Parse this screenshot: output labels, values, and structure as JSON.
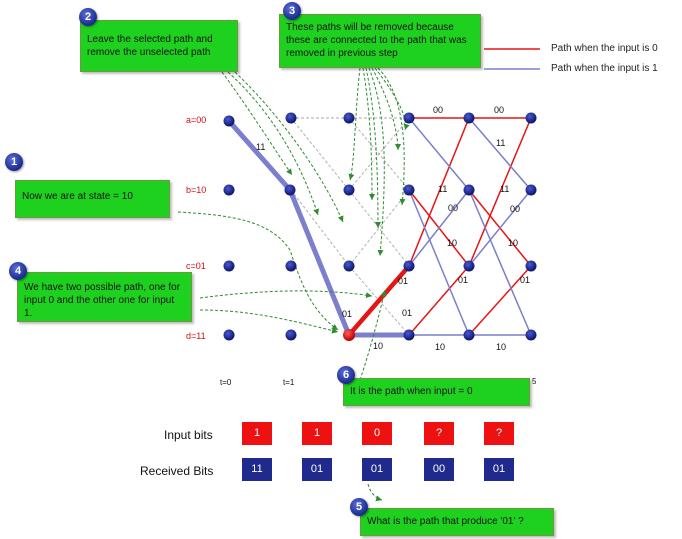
{
  "states": [
    "a=00",
    "b=10",
    "c=01",
    "d=11"
  ],
  "times": [
    "t=0",
    "t=1",
    "5"
  ],
  "legend": [
    {
      "label": "Path when the input is 0",
      "color": "#e51515"
    },
    {
      "label": "Path when the input is 1",
      "color": "#7b7fcc"
    }
  ],
  "callouts": {
    "c1": {
      "num": "1",
      "text": "Now we are at state = 10"
    },
    "c2": {
      "num": "2",
      "text": "Leave  the selected path  and remove the unselected path"
    },
    "c3": {
      "num": "3",
      "text": "These paths will be removed because these are connected to the path that was removed in previous step"
    },
    "c4": {
      "num": "4",
      "text": "We have  two  possible  path, one for input 0 and the other one for input 1."
    },
    "c5": {
      "num": "5",
      "text": "What is the path that produce '01' ?"
    },
    "c6": {
      "num": "6",
      "text": "It is the path when input = 0"
    }
  },
  "edge_labels": {
    "e1": "11",
    "e2": "00",
    "e3": "00",
    "e4": "11",
    "e5": "11",
    "e6": "11",
    "e7": "00",
    "e8": "00",
    "e9": "10",
    "e10": "10",
    "e11": "01",
    "e12": "01",
    "e13": "01",
    "e14": "01",
    "e15": "01",
    "e16": "10",
    "e17": "10",
    "e18": "10"
  },
  "input_bits": {
    "label": "Input bits",
    "values": [
      "1",
      "1",
      "0",
      "?",
      "?"
    ]
  },
  "received_bits": {
    "label": "Received Bits",
    "values": [
      "11",
      "01",
      "01",
      "00",
      "01"
    ]
  },
  "colors": {
    "node": "#1a2090",
    "active_node": "#e51515",
    "red_path": "#e51515",
    "blue_path": "#7b7fcc",
    "callout": "#1fd11f",
    "arrow": "#2e8b2e"
  }
}
